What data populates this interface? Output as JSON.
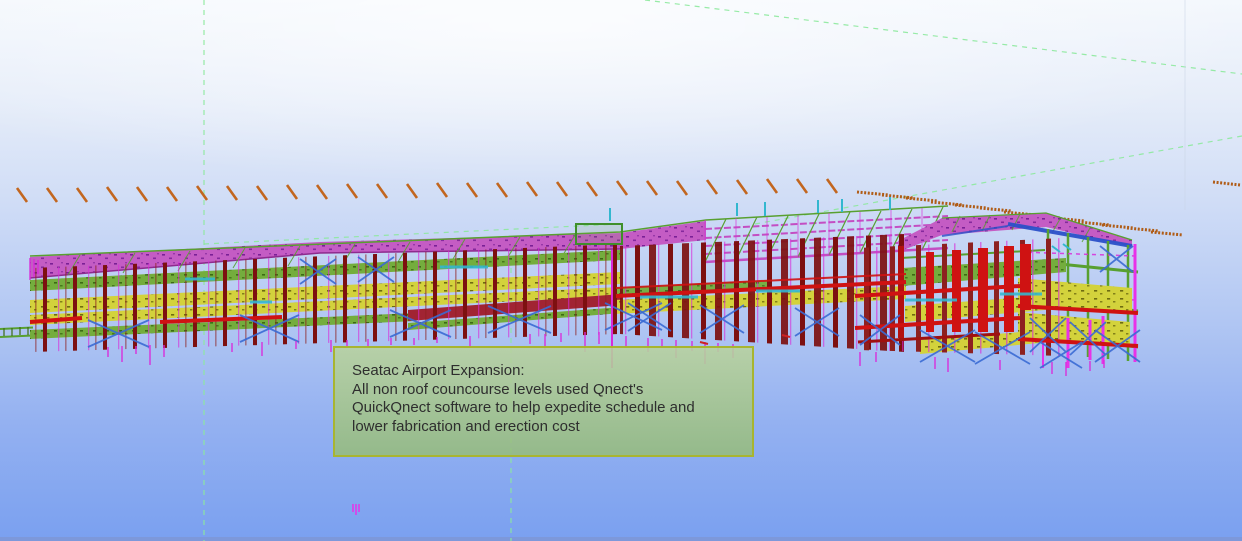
{
  "annotation": {
    "lines": [
      "Seatac Airport Expansion:",
      "All non roof councourse levels used Qnect's",
      "QuickQnect software to help expedite schedule and",
      "lower fabrication and erection cost"
    ]
  },
  "colors": {
    "sky_top": "#f4f8fd",
    "sky_mid": "#b3c8f3",
    "sky_bottom": "#7aa0f0",
    "ground_strip": "#7d98d8",
    "grid_green": "#8ce99c",
    "faint_grid": "#c8d4e6",
    "deck_magenta": "#c45cc4",
    "deck_dark": "#7a2096",
    "deck_edge_green": "#58a030",
    "beam_green": "#74ad3d",
    "beam_green_dark": "#3c6b14",
    "floor_yellow": "#d3d23c",
    "floor_yellow_dark": "#6e6c10",
    "fascia_crimson": "#a12433",
    "column_darkred": "#7d1010",
    "column_maroon": "#8d2020",
    "red_bright": "#cf1212",
    "red_dark": "#a01010",
    "brace_blue": "#3a6ad4",
    "roof_edge_blue": "#2b50c8",
    "cyan": "#33b7cf",
    "magenta_rod": "#d92ad9",
    "magenta_column": "#e832e8",
    "skeleton_chord": "#c34ec3",
    "orange_tick": "#c2661f",
    "orange_text": "#b05c16",
    "box_border": "#a8b530",
    "box_fill_top": "rgba(184,210,158,0.88)",
    "box_fill_bottom": "rgba(150,188,121,0.85)",
    "box_text": "#2e2e2e"
  }
}
